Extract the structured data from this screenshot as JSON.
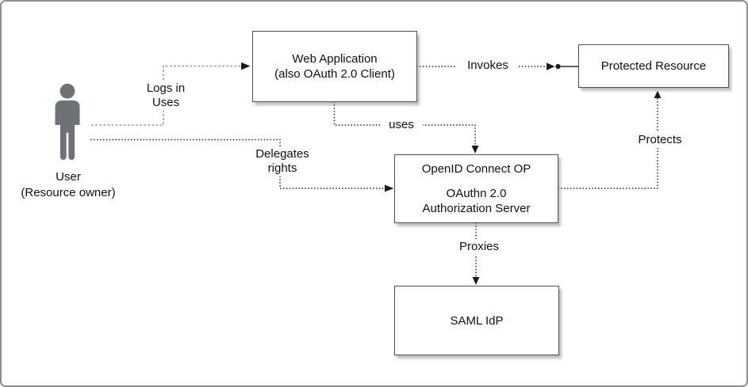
{
  "nodes": {
    "web_app": {
      "line1": "Web Application",
      "line2": "(also OAuth 2.0 Client)"
    },
    "protected_resource": {
      "label": "Protected Resource"
    },
    "openid_op": {
      "line1": "OpenID Connect OP",
      "line2": "OAuthn 2.0",
      "line3": "Authorization Server"
    },
    "saml_idp": {
      "label": "SAML IdP"
    }
  },
  "actor": {
    "icon": "person-icon",
    "name_line1": "User",
    "name_line2": "(Resource owner)"
  },
  "edges": {
    "logs_in": {
      "line1": "Logs in",
      "line2": "Uses"
    },
    "delegates": {
      "line1": "Delegates",
      "line2": "rights"
    },
    "uses": {
      "label": "uses"
    },
    "invokes": {
      "label": "Invokes"
    },
    "protects": {
      "label": "Protects"
    },
    "proxies": {
      "label": "Proxies"
    }
  },
  "colors": {
    "connector_black": "#2e2e2e",
    "connector_gray": "#9b9b9b",
    "box_border": "#4f4f4f",
    "actor_gray": "#6e7276",
    "frame_border": "#8f8f8f"
  }
}
